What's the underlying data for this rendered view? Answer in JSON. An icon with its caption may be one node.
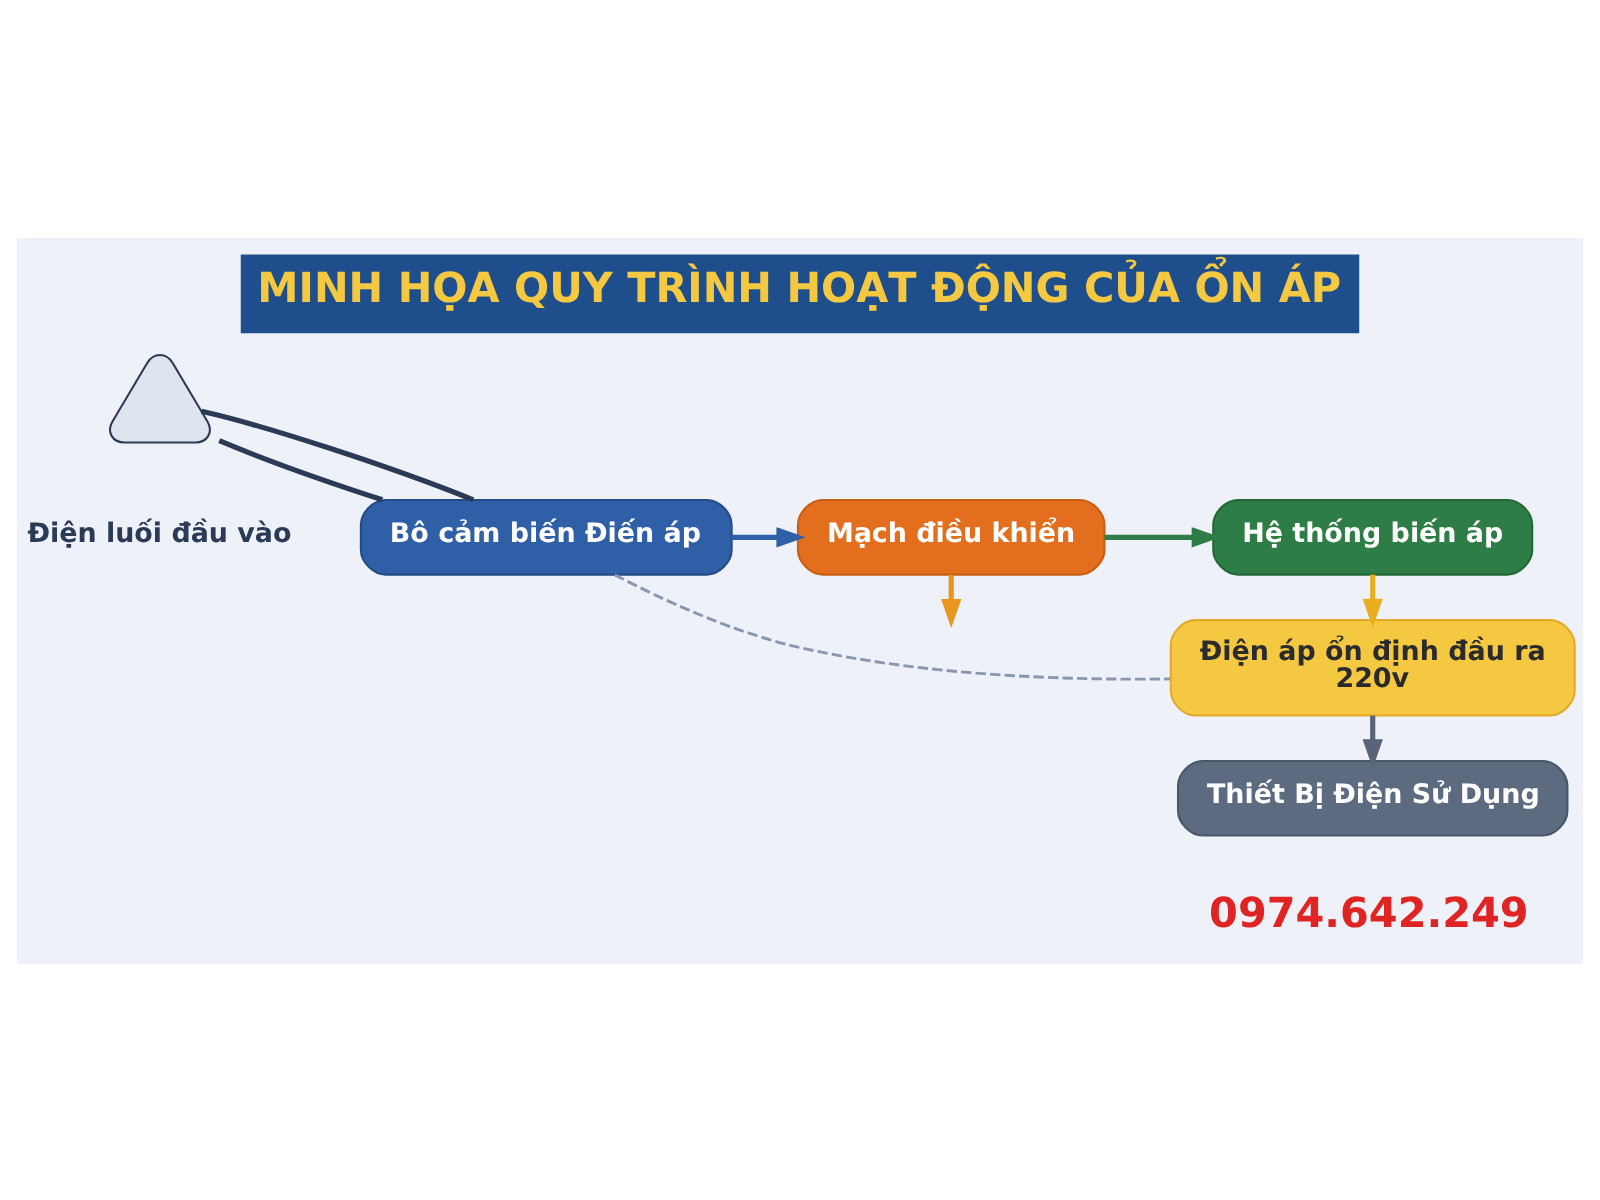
{
  "diagram": {
    "title": "MINH HỌA QUY TRÌNH HOẠT ĐỘNG CỦA ỔN ÁP",
    "nodes": [
      {
        "text": [],
        "shape": "picture",
        "beside": [
          "Điện luối đầu vào"
        ]
      },
      {
        "text": [
          "Bô cảm biến Điến áp"
        ]
      },
      {
        "text": [
          "Mạch điều khiển"
        ]
      },
      {
        "text": [
          "Hệ thống biến áp"
        ]
      },
      {
        "text": [
          "Điện áp ổn định đầu ra",
          "220v"
        ]
      },
      {
        "text": [
          "Thiết Bị Điện Sử Dụng"
        ]
      }
    ],
    "edges": [
      {
        "from": 0,
        "to": 1,
        "arrow": "none",
        "color": "#2b3a55"
      },
      {
        "from": 0,
        "to": 1,
        "arrow": "none",
        "color": "#2b3a55"
      },
      {
        "from": 1,
        "to": 2,
        "arrow": "to",
        "color": "#2f5fa6"
      },
      {
        "from": 2,
        "to": 3,
        "arrow": "to",
        "color": "#2e7d46"
      },
      {
        "from": 2,
        "to": null,
        "arrow": "to",
        "color": "#e8961e"
      },
      {
        "from": 3,
        "to": 4,
        "arrow": "to",
        "color": "#e8ae1e"
      },
      {
        "from": 1,
        "to": 4,
        "arrow": "none",
        "style": "dashed",
        "color": "#8a97b0"
      },
      {
        "from": 4,
        "to": 5,
        "arrow": "to",
        "color": "#5a6478"
      }
    ],
    "labels": [
      "0974.642.249"
    ]
  }
}
